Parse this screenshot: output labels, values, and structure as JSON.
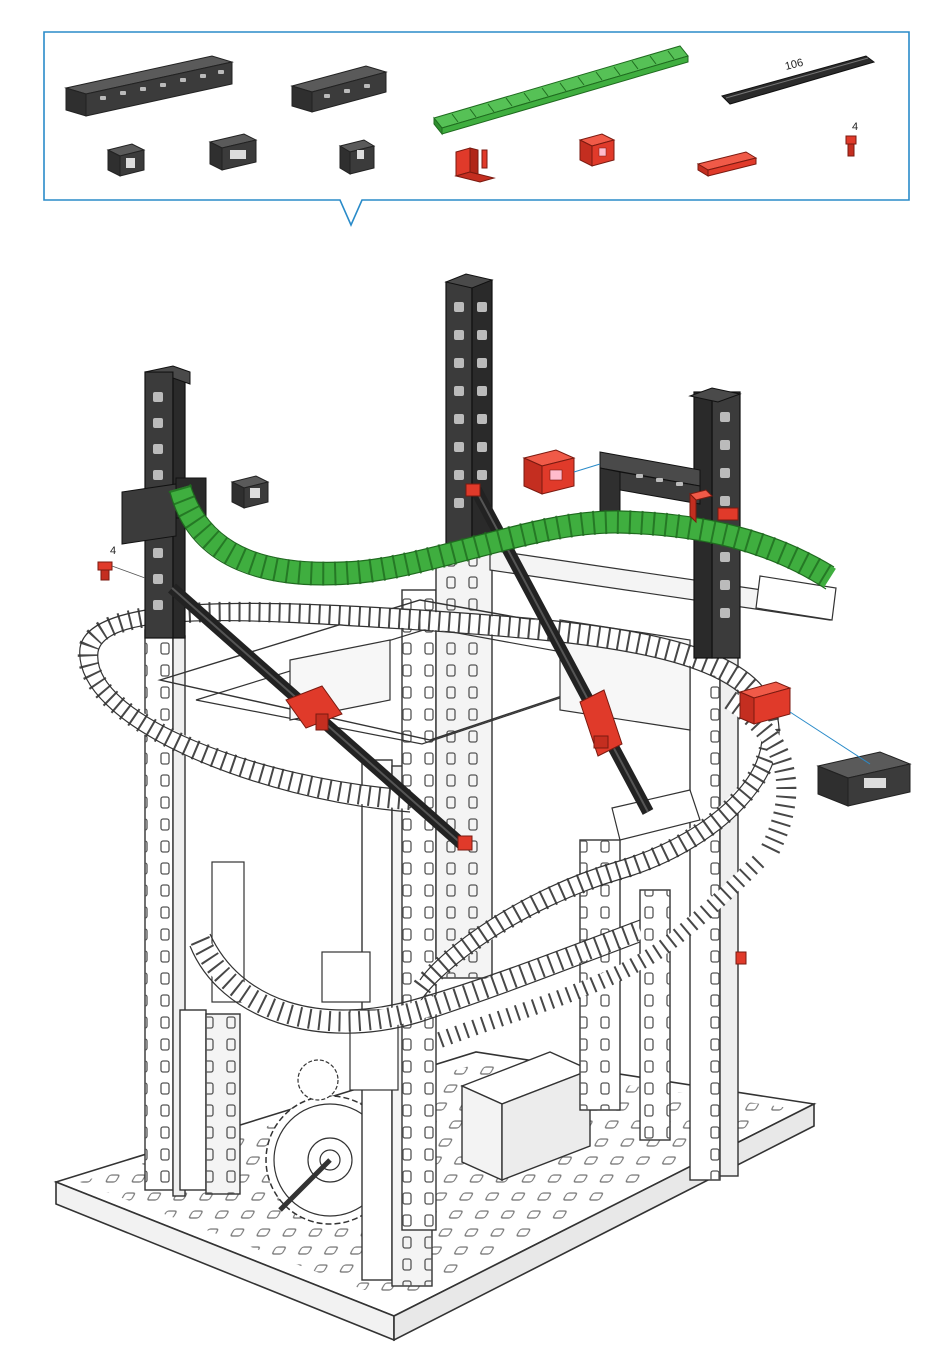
{
  "parts_panel": {
    "border_color": "#2a8bc9",
    "parts": [
      {
        "name": "black-long-building-block",
        "color": "#3b3b3b"
      },
      {
        "name": "black-medium-building-block",
        "color": "#3b3b3b"
      },
      {
        "name": "green-flexible-track",
        "color": "#3fae3f"
      },
      {
        "name": "black-rod",
        "color": "#2b2b2b",
        "label": "106"
      },
      {
        "name": "black-cube-a",
        "color": "#3b3b3b"
      },
      {
        "name": "black-cube-b",
        "color": "#3b3b3b"
      },
      {
        "name": "black-cube-c",
        "color": "#3b3b3b"
      },
      {
        "name": "red-angle-bracket",
        "color": "#e03a2a"
      },
      {
        "name": "red-cube",
        "color": "#e03a2a"
      },
      {
        "name": "red-flat-plate",
        "color": "#e03a2a"
      },
      {
        "name": "red-pin",
        "color": "#e03a2a",
        "label": "4"
      }
    ]
  },
  "assembly": {
    "pin_callout_label": "4",
    "colors": {
      "black": "#3b3b3b",
      "red": "#e03a2a",
      "green": "#3fae3f",
      "white_part": "#ffffff",
      "outline": "#333333",
      "leader_line": "#2a8bc9"
    }
  }
}
